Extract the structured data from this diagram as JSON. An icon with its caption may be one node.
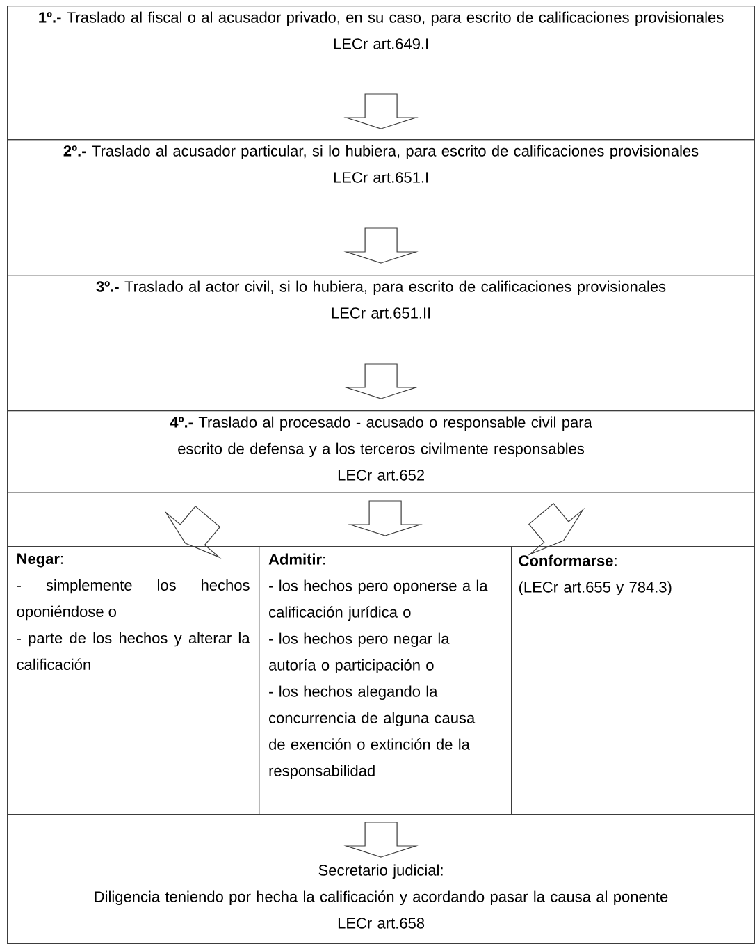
{
  "diagram": {
    "nodes": [
      {
        "text": [
          "**1º.-** Traslado al fiscal o al acusador privado, en su caso, para escrito de calificaciones provisionales",
          "LECr art.649.I"
        ]
      },
      {
        "text": [
          "**2º.-** Traslado al acusador particular, si lo hubiera, para escrito de calificaciones provisionales",
          "LECr art.651.I"
        ]
      },
      {
        "text": [
          "**3º.-** Traslado al actor civil, si lo hubiera, para escrito de calificaciones provisionales",
          "LECr art.651.II"
        ]
      },
      {
        "text": [
          "**4º.-** Traslado al procesado - acusado o responsable civil para escrito de defensa y a los terceros civilmente responsables",
          "LECr art.652"
        ]
      },
      {
        "text": [
          "**Negar**:",
          "- simplemente los hechos oponiéndose o",
          "- parte de los hechos y alterar la calificación"
        ]
      },
      {
        "text": [
          "**Admitir**:",
          "- los hechos pero oponerse a la calificación jurídica o",
          "- los hechos pero negar la autoría o participación o",
          "- los hechos alegando la concurrencia de alguna causa de exención o extinción de la responsabilidad"
        ]
      },
      {
        "text": [
          "**Conformarse**:",
          "(LECr art.655 y 784.3)"
        ]
      },
      {
        "text": [
          "Secretario judicial:",
          "Diligencia teniendo por hecha la calificación y acordando pasar la causa al ponente",
          "LECr art.658"
        ]
      }
    ],
    "edges": [
      {
        "from": 0,
        "to": 1,
        "arrow": "to"
      },
      {
        "from": 1,
        "to": 2,
        "arrow": "to"
      },
      {
        "from": 2,
        "to": 3,
        "arrow": "to"
      },
      {
        "from": 3,
        "to": 4,
        "arrow": "to"
      },
      {
        "from": 3,
        "to": 5,
        "arrow": "to"
      },
      {
        "from": 3,
        "to": 6,
        "arrow": "to"
      },
      {
        "from": 5,
        "to": 7,
        "arrow": "to"
      }
    ]
  }
}
